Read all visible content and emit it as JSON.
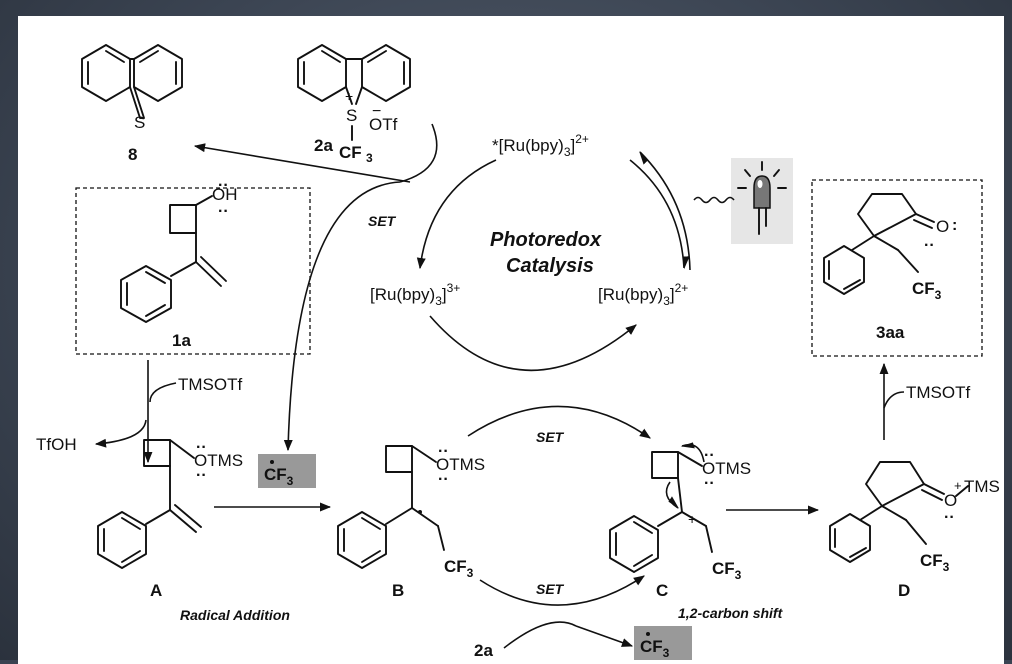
{
  "compounds": {
    "dibenzothiophene": "8",
    "reagent": "2a",
    "reagent_sulfur": "S",
    "reagent_plus": "+",
    "reagent_minus": "−",
    "reagent_counterion": "OTf",
    "reagent_group": "CF",
    "substrate": "1a",
    "product": "3aa"
  },
  "atoms": {
    "sulfur": "S",
    "hydroxyl": "OH",
    "ketone_o": "O",
    "otms": "OTMS",
    "cf3": "CF",
    "cf3_sub": "3",
    "radical_cf3": "CF",
    "oxonium_o": "O",
    "oxonium_tms": "TMS",
    "plus": "+"
  },
  "catalysis": {
    "title_line1": "Photoredox",
    "title_line2": "Catalysis",
    "excited": "*[Ru(bpy)",
    "oxidized": "[Ru(bpy)",
    "ground": "[Ru(bpy)",
    "sub": "3",
    "close": "]",
    "charge_2": "2+",
    "charge_3": "3+"
  },
  "reagents": {
    "tmsotf": "TMSOTf",
    "tfoh": "TfOH",
    "set": "SET"
  },
  "intermediates": {
    "a": "A",
    "b": "B",
    "c": "C",
    "d": "D"
  },
  "steps": {
    "radical_addition": "Radical Addition",
    "carbon_shift": "1,2-carbon shift"
  }
}
